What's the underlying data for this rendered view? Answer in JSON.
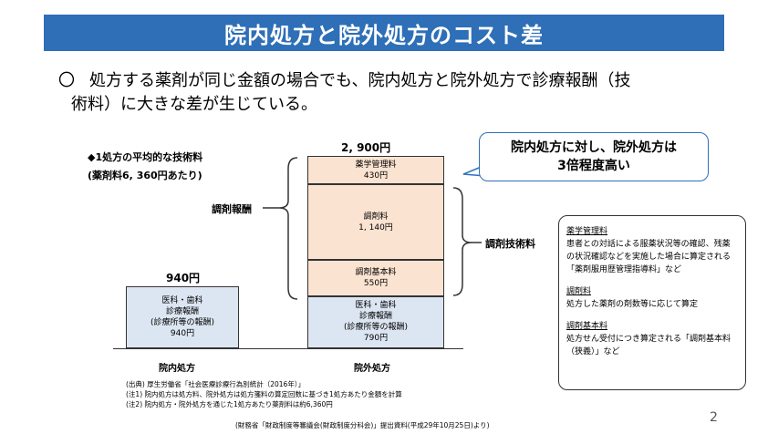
{
  "title": "院内処方と院外処方のコスト差",
  "lead": {
    "mark": "〇",
    "line1": "処方する薬剤が同じ金額の場合でも、院内処方と院外処方で診療報酬（技",
    "line2": "術料）に大きな差が生じている。"
  },
  "left_note": {
    "heading": "◆1処方の平均的な技術料",
    "sub": "(薬剤料6, 360円あたり)"
  },
  "chart_data": {
    "type": "bar",
    "stacked": true,
    "categories": [
      "院内処方",
      "院外処方"
    ],
    "totals": [
      "940円",
      "2, 900円"
    ],
    "series": [
      {
        "name": "医科・歯科 診療報酬（診療所等の報酬）",
        "values": [
          940,
          790
        ]
      },
      {
        "name": "調剤基本料",
        "values": [
          0,
          550
        ]
      },
      {
        "name": "調剤料",
        "values": [
          0,
          1140
        ]
      },
      {
        "name": "薬学管理料",
        "values": [
          0,
          430
        ]
      }
    ],
    "segment_labels": {
      "in_clinic": [
        "医科・歯科",
        "診療報酬",
        "(診療所等の報酬)",
        "940円"
      ],
      "out_medical": [
        "医科・歯科",
        "診療報酬",
        "(診療所等の報酬)",
        "790円"
      ],
      "kihon": [
        "調剤基本料",
        "550円"
      ],
      "chozai": [
        "調剤料",
        "1, 140円"
      ],
      "yakugaku": [
        "薬学管理料",
        "430円"
      ]
    },
    "ylim": [
      0,
      2900
    ]
  },
  "brackets": {
    "left_label": "調剤報酬",
    "right_label": "調剤技術料"
  },
  "callout": {
    "line1": "院内処方に対し、院外処方は",
    "line2": "3倍程度高い"
  },
  "side_box": {
    "s1_head": "薬学管理料",
    "s1_body": "患者との対話による服薬状況等の確認、残薬の状況確認などを実施した場合に算定される「薬剤服用歴管理指導料」など",
    "s2_head": "調剤料",
    "s2_body": "処方した薬剤の剤数等に応じて算定",
    "s3_head": "調剤基本料",
    "s3_body": "処方せん受付につき算定される「調剤基本料（狭義）」など"
  },
  "footnotes": [
    "(出典) 厚生労働省「社会医療診療行為別統計（2016年）」",
    "(注1) 院内処方は処方料、院外処方は処方箋料の算定回数に基づき1処方あたり金額を計算",
    "(注2) 院内処方・院外処方を通じた1処方あたり薬剤料は約6,360円"
  ],
  "source": "(財務省「財政制度等審議会(財政制度分科会)」提出資料(平成29年10月25日)より)",
  "page_number": "2",
  "colors": {
    "title_bg": "#2e6fb7",
    "top_segment": "#fbe3d1",
    "blue_segment": "#dce6f2"
  }
}
